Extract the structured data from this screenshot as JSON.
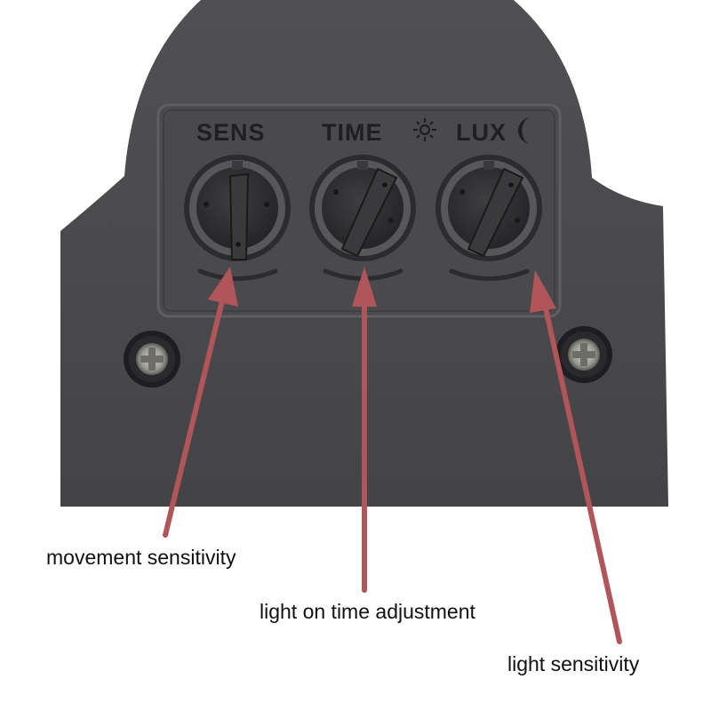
{
  "panel": {
    "dial_labels": {
      "sens": "SENS",
      "time": "TIME",
      "lux": "LUX"
    },
    "icons": [
      "sun-icon",
      "moon-icon"
    ],
    "colors": {
      "housing": "#4b4b4d",
      "arrow": "#b0565a",
      "label_text": "#111111"
    }
  },
  "annotations": {
    "sens": "movement sensitivity",
    "time": "light on time adjustment",
    "lux": "light sensitivity"
  }
}
